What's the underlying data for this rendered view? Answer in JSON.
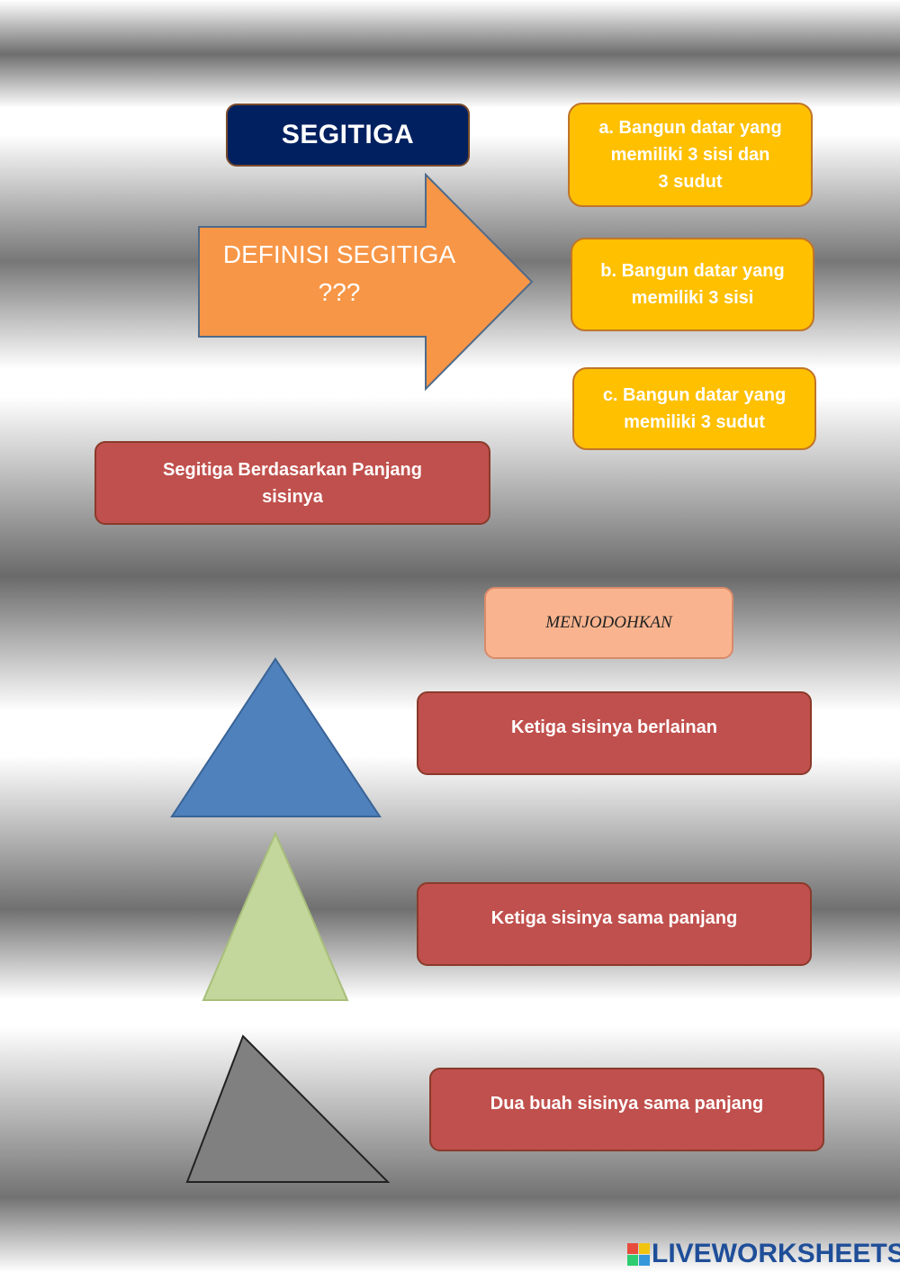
{
  "title": "SEGITIGA",
  "arrow": {
    "line1": "DEFINISI SEGITIGA",
    "line2": "???"
  },
  "options": {
    "a": [
      "a. Bangun datar yang",
      "memiliki 3 sisi dan",
      "3 sudut"
    ],
    "b": [
      "b. Bangun datar yang",
      "memiliki 3 sisi"
    ],
    "c": [
      "c. Bangun datar yang",
      "memiliki 3 sudut"
    ]
  },
  "category": [
    "Segitiga Berdasarkan Panjang",
    "sisinya"
  ],
  "match_label": "MENJODOHKAN",
  "match_items": [
    "Ketiga sisinya berlainan",
    "Ketiga sisinya sama panjang",
    "Dua buah sisinya sama panjang"
  ],
  "shapes": {
    "triangle_1": {
      "icon": "triangle-icon",
      "color": "#4f81bd"
    },
    "triangle_2": {
      "icon": "triangle-icon",
      "color": "#c3d69b"
    },
    "triangle_3": {
      "icon": "right-triangle-icon",
      "color": "#808080"
    }
  },
  "colors": {
    "title_bg": "#002060",
    "arrow": "#f79646",
    "options_bg": "#ffc000",
    "red_box": "#c0504d",
    "match_box": "#f9b48f"
  },
  "watermark": "LIVEWORKSHEETS"
}
